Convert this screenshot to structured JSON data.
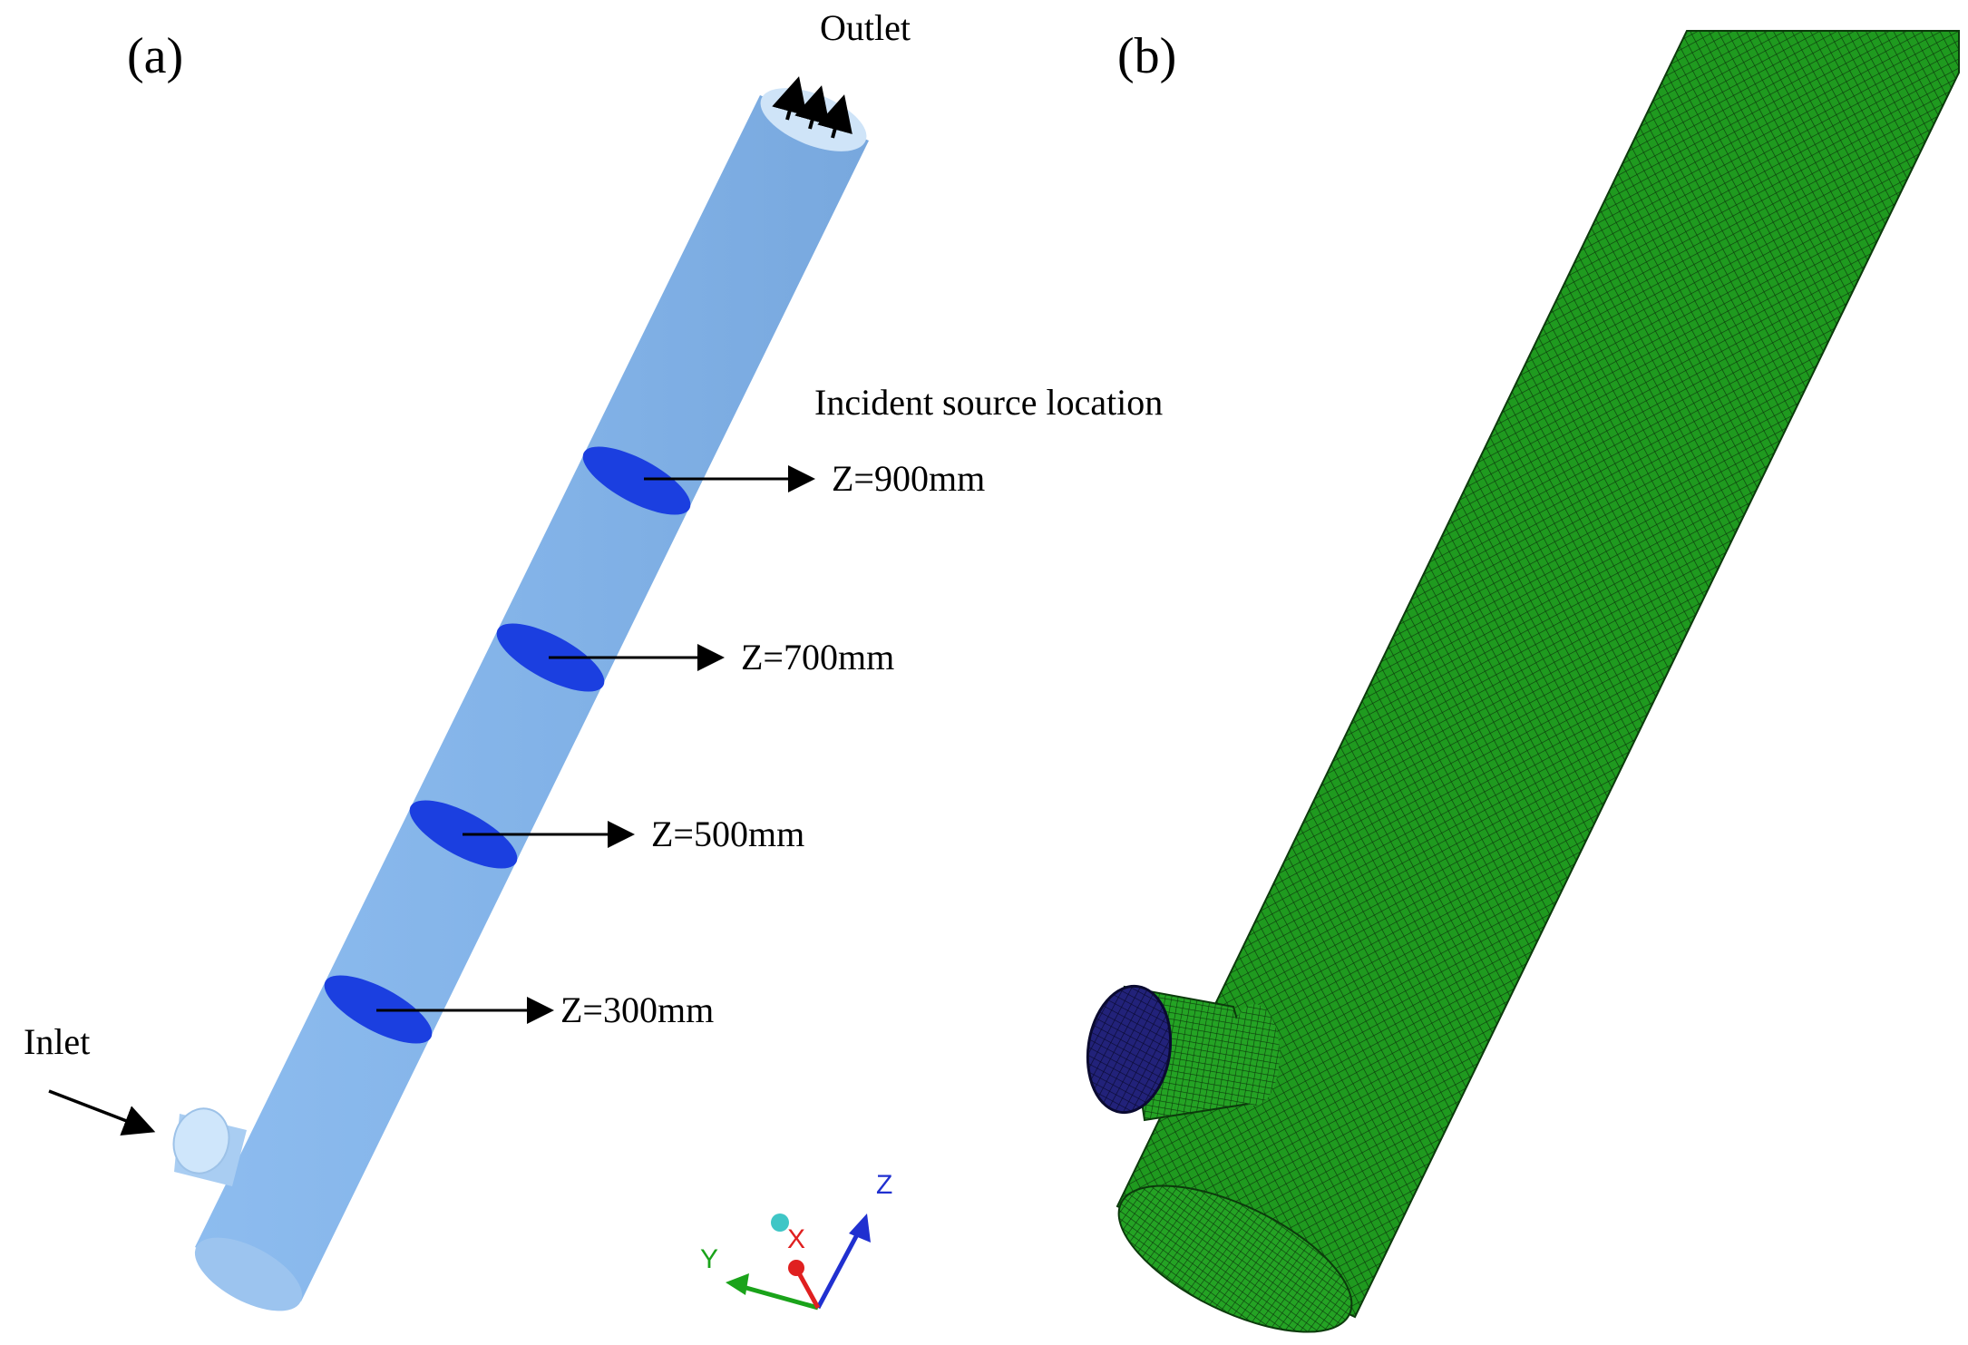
{
  "panels": {
    "a_label": "(a)",
    "b_label": "(b)"
  },
  "annotations": {
    "outlet": "Outlet",
    "inlet": "Inlet",
    "incident_source": "Incident source location",
    "planes": [
      "Z=900mm",
      "Z=700mm",
      "Z=500mm",
      "Z=300mm"
    ]
  },
  "axes": {
    "x": "X",
    "y": "Y",
    "z": "Z"
  },
  "colors": {
    "pipe_fill": "#83b3e8",
    "pipe_inlet": "#b5d7f5",
    "plane_fill": "#1b3fe0",
    "mesh_green": "#1f9a1f",
    "mesh_line": "#0c3a0c",
    "mesh_inlet": "#22227a",
    "axis_x": "#e02020",
    "axis_y": "#1aa31a",
    "axis_z": "#2030d0"
  }
}
